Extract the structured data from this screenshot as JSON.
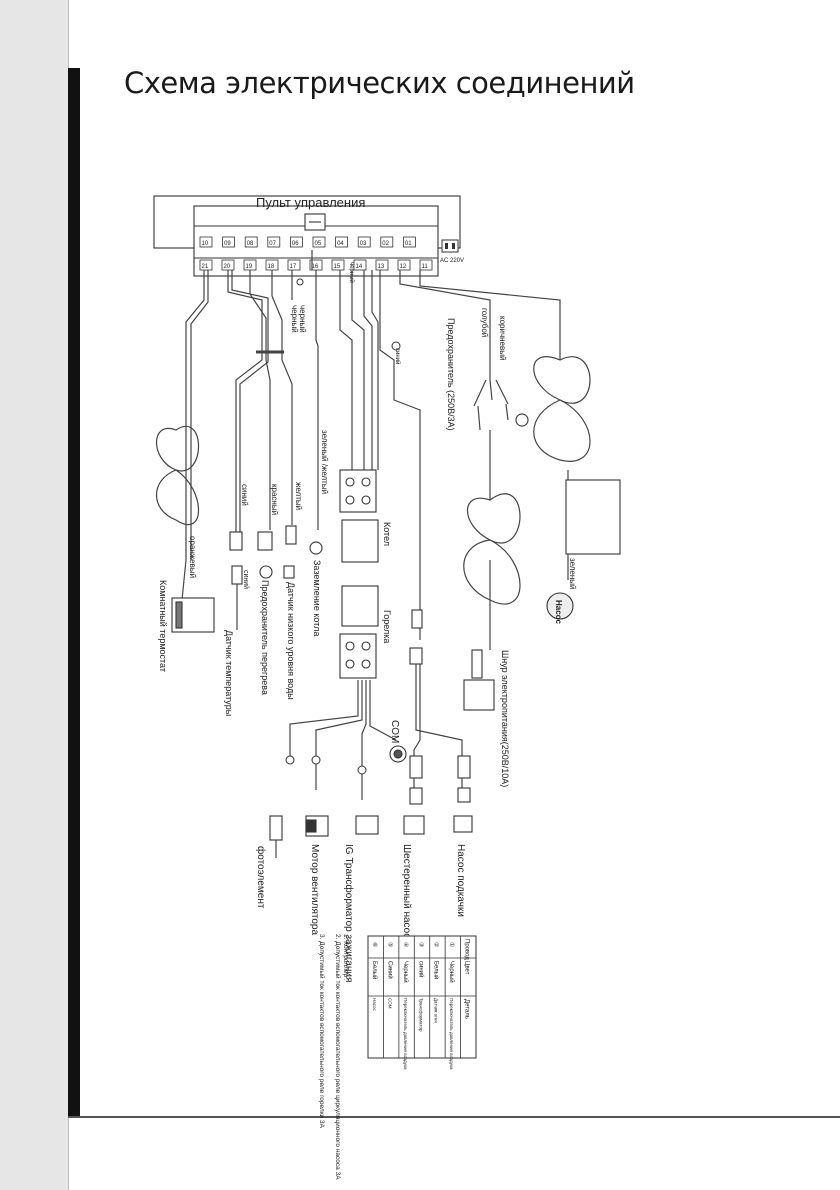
{
  "page": {
    "title": "Схема электрических соединений"
  },
  "control_panel": {
    "title": "Пульт управления",
    "power_label": "AC 220V",
    "top_pins": [
      "10",
      "09",
      "08",
      "07",
      "06",
      "05",
      "04",
      "03",
      "02",
      "01"
    ],
    "bottom_pins": [
      "21",
      "20",
      "19",
      "18",
      "17",
      "16",
      "15",
      "14",
      "13",
      "12",
      "11"
    ]
  },
  "wire_labels": {
    "black_1": "черный",
    "black_2": "черный",
    "black_3": "черный",
    "blue_top": "синий",
    "brown": "коричневый",
    "light_blue": "голубой",
    "fuse": "Предохранитель (250В/3А)",
    "green_yellow": "зеленый /желтый",
    "blue": "синий",
    "red": "красный",
    "yellow": "желтый",
    "orange": "оранжевый",
    "blue_2": "синий",
    "green": "зеленый"
  },
  "components": {
    "room_thermostat": "Комнатный термостат",
    "temp_sensor": "Датчик температуры",
    "overheat_fuse": "Предохранитель перегрева",
    "low_water_sensor": "Датчик низкого уровня воды",
    "boiler_ground": "Заземление котла",
    "boiler": "Котел",
    "burner": "Горелка",
    "plug": "Шнур электропитания(250В/10А)",
    "pump_badge": "Насос",
    "com": "COM",
    "photocell": "фотоэлемент",
    "fan_motor": "Мотор вентилятора",
    "ignition_transformer": "IG Трансформатор зажигания",
    "gear_pump": "Шестеренный насос",
    "feed_pump": "Насос подкачки"
  },
  "table": {
    "headers": [
      "Провод",
      "Цвет",
      "Деталь"
    ],
    "rows": [
      {
        "num": "①",
        "color": "Черный",
        "part": "Переключатель давления воздуха"
      },
      {
        "num": "②",
        "color": "Белый",
        "part": "Датчик огня"
      },
      {
        "num": "③",
        "color": "синий",
        "part": "Трансформатор"
      },
      {
        "num": "④",
        "color": "Черный",
        "part": "Переключатель давления воздуха"
      },
      {
        "num": "⑤",
        "color": "Синий",
        "part": "COM"
      },
      {
        "num": "⑥",
        "color": "Белый",
        "part": "Насос"
      }
    ]
  },
  "notes": [
    "1. Контроллер :",
    "2. Допустимый ток контактов вспомогательного реле циркуляционного насоса 3А",
    "3. Допустимый ток контактов вспомогательного реле горелки 3А"
  ]
}
